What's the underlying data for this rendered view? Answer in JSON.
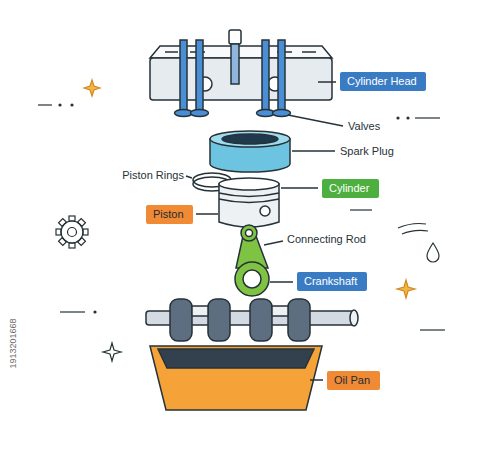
{
  "diagram": {
    "nodes": [
      {
        "text": [
          "Cylinder Head"
        ]
      },
      {
        "text": [
          "Cylinder"
        ]
      },
      {
        "text": [
          "Piston"
        ]
      },
      {
        "text": [
          "Crankshaft"
        ]
      },
      {
        "text": [
          "Oil Pan"
        ]
      }
    ],
    "labels": [
      "Valves",
      "Spark Plug",
      "Piston Rings",
      "Connecting Rod",
      "1913201668"
    ]
  }
}
